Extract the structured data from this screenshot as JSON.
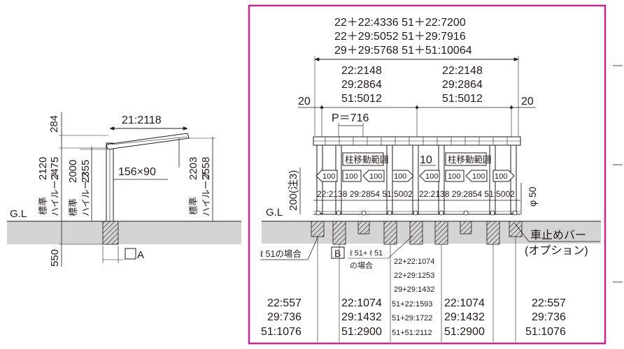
{
  "side_view": {
    "width_dim": "21:2118",
    "post_section": "156×90",
    "top_height": "284",
    "left_heights": {
      "h_std": "2120",
      "h_high": "2475"
    },
    "mid_heights": {
      "h_std": "2000",
      "h_high": "2355"
    },
    "right_heights": {
      "h_std": "2203",
      "h_high": "2558"
    },
    "label_standard": "標準",
    "label_high_roof": "ハイルーフ",
    "gl": "G.L",
    "foundation_depth": "550",
    "detail_ref": "A"
  },
  "front_view": {
    "overall_lines": [
      "22＋22:4336  51＋22:7200",
      "22＋29:5052  51＋29:7916",
      "29＋29:5768  51＋51:10064"
    ],
    "left_span": [
      "22:2148",
      "29:2864",
      "51:5012"
    ],
    "right_span": [
      "22:2148",
      "29:2864",
      "51:5012"
    ],
    "end_left": "20",
    "end_right": "20",
    "pitch": "P＝716",
    "center_gap": "10",
    "post_move_range": "柱移動範囲",
    "arrow_step": "100",
    "wall_widths_left": "22:2138  29:2854  51:5002",
    "wall_widths_right": "22:2138  29:2854  51:5002",
    "note_height": "200(注3)",
    "pipe_dia": "φ 50",
    "gl": "G.L",
    "car_stopper": "車止めバー",
    "option": "(オプション)",
    "case_51": "ℓ 51の場合",
    "detail_ref": "B",
    "case_51_51": "ℓ 51+ ℓ 51",
    "case_51_51_b": "の場合",
    "center_stack": [
      "22+22:1074",
      "22+29:1253",
      "29+29:1432",
      "51+22:1593",
      "51+29:1722",
      "51+51:2112"
    ],
    "col1": [
      "22:557",
      "29:736",
      "51:1076"
    ],
    "col2": [
      "22:1074",
      "29:1432",
      "51:2900"
    ],
    "col4": [
      "22:1074",
      "29:1432",
      "51:2900"
    ],
    "col5": [
      "22:557",
      "29:736",
      "51:1076"
    ]
  },
  "colors": {
    "frame": "#c8288a",
    "ink": "#231815",
    "ground": "#d4d4d4"
  }
}
